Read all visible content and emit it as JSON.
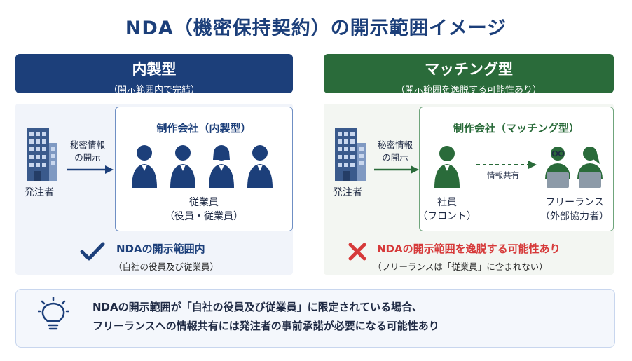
{
  "title": "NDA（機密保持契約）の開示範囲イメージ",
  "colors": {
    "navy": "#1c3f7a",
    "green": "#2a6b3a",
    "red": "#d63a3a"
  },
  "left": {
    "header_title": "内製型",
    "header_sub": "（開示範囲内で完結）",
    "client_label": "発注者",
    "arrow_label_line1": "秘密情報",
    "arrow_label_line2": "の開示",
    "box_title": "制作会社（内製型）",
    "employees_label": "従業員",
    "employees_sub": "（役員・従業員）",
    "note_icon": "check-icon",
    "note_main": "NDAの開示範囲内",
    "note_sub": "（自社の役員及び従業員）"
  },
  "right": {
    "header_title": "マッチング型",
    "header_sub": "（開示範囲を逸脱する可能性あり）",
    "client_label": "発注者",
    "arrow_label_line1": "秘密情報",
    "arrow_label_line2": "の開示",
    "box_title": "制作会社（マッチング型）",
    "staff_label": "社員",
    "staff_sub": "（フロント）",
    "share_label": "情報共有",
    "freelance_label": "フリーランス",
    "freelance_sub": "（外部協力者）",
    "note_icon": "cross-icon",
    "note_main": "NDAの開示範囲を逸脱する可能性あり",
    "note_sub": "（フリーランスは「従業員」に含まれない）"
  },
  "bottom": {
    "icon": "lightbulb-icon",
    "line1": "NDAの開示範囲が「自社の役員及び従業員」に限定されている場合、",
    "line2": "フリーランスへの情報共有には発注者の事前承諾が必要になる可能性あり"
  }
}
